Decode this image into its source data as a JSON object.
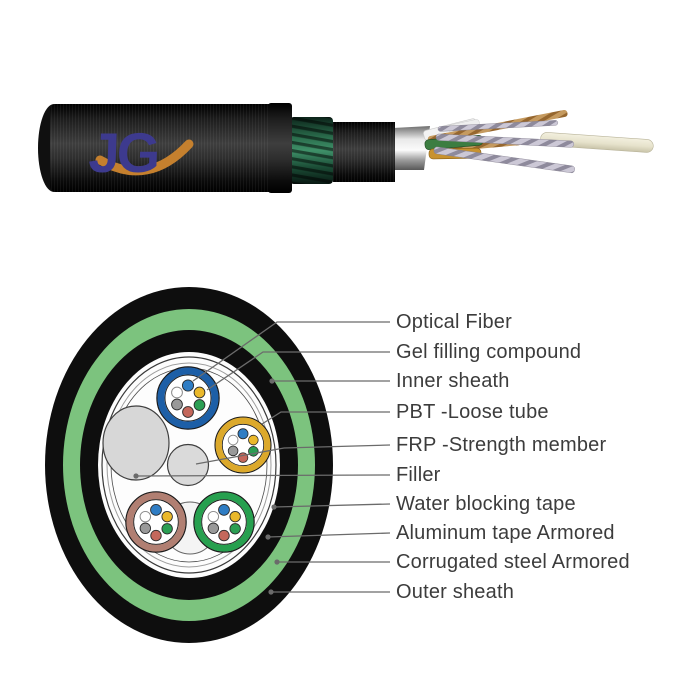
{
  "photo": {
    "logo": {
      "text": "JG",
      "primary_color": "#3d3a8e",
      "accent_color": "#c5802e"
    }
  },
  "diagram": {
    "labels": [
      "Optical Fiber",
      "Gel filling compound",
      "Inner sheath",
      "PBT -Loose tube",
      "FRP -Strength member",
      "Filler",
      "Water blocking tape",
      "Aluminum tape Armored",
      "Corrugated steel Armored",
      "Outer sheath"
    ]
  },
  "colors": {
    "sheath_black": "#0e0e0e",
    "armor_green": "#7cc37e",
    "core_white": "#fdfdfd",
    "tube_blue": "#1d5fa7",
    "tube_yellow": "#dca92b",
    "tube_brown": "#b17f72",
    "tube_green": "#27a04f",
    "fiber_blue": "#2f7dc4",
    "fiber_white": "#ffffff",
    "fiber_yellow": "#eab82b",
    "fiber_gray": "#999999",
    "fiber_green": "#2b9e53",
    "fiber_red": "#c4685c",
    "filler_gray": "#d7d7d7",
    "frp_gray": "#dadada",
    "filler_white": "#f4f4f4",
    "leader_gray": "#6b6b6b",
    "label_text": "#3c3c3c"
  }
}
